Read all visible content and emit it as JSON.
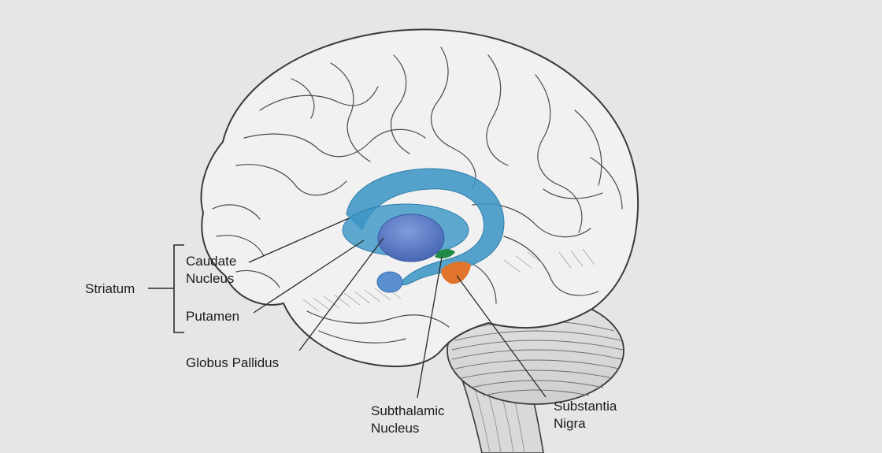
{
  "labels": {
    "striatum": "Striatum",
    "caudate_nucleus": [
      "Caudate",
      "Nucleus"
    ],
    "putamen": "Putamen",
    "globus_pallidus": "Globus Pallidus",
    "subthalamic_nucleus": [
      "Subthalamic",
      "Nucleus"
    ],
    "substantia_nigra": [
      "Substantia",
      "Nigra"
    ]
  },
  "colors": {
    "background": "#e6e6e6",
    "brain_fill": "#f1f1f1",
    "brain_outline": "#3a3a3a",
    "caudate_putamen": "#3d96c6",
    "globus_pallidus": "#5777bf",
    "subthalamic_nucleus": "#1f8a45",
    "substantia_nigra": "#e0742c",
    "leader_line": "#2a2a2a"
  }
}
